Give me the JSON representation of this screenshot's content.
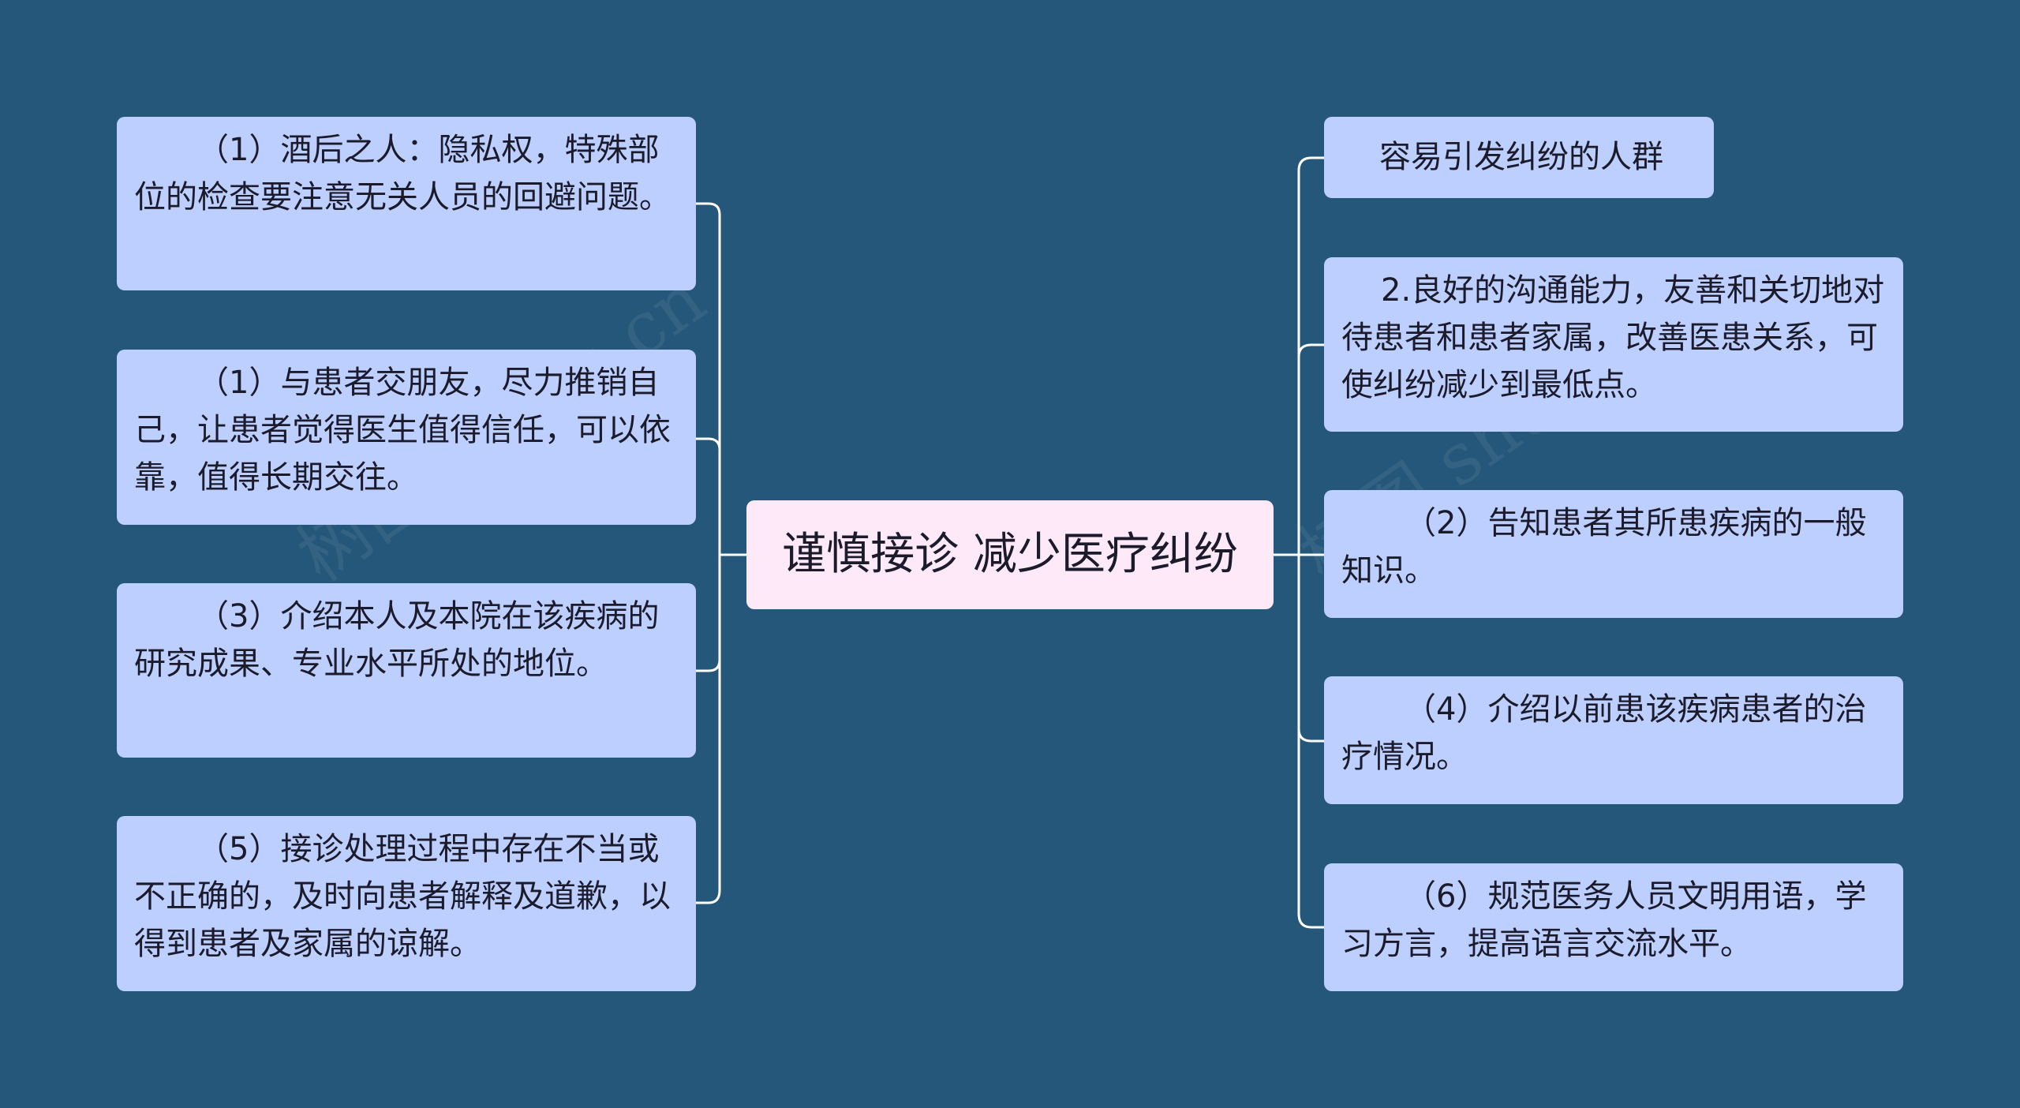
{
  "center": {
    "label": "谨慎接诊 减少医疗纠纷"
  },
  "left_nodes": [
    {
      "text": "（1）酒后之人：隐私权，特殊部位的检查要注意无关人员的回避问题。"
    },
    {
      "text": "（1）与患者交朋友，尽力推销自己，让患者觉得医生值得信任，可以依靠，值得长期交往。"
    },
    {
      "text": "（3）介绍本人及本院在该疾病的研究成果、专业水平所处的地位。"
    },
    {
      "text": "（5）接诊处理过程中存在不当或不正确的，及时向患者解释及道歉，以得到患者及家属的谅解。"
    }
  ],
  "right_nodes": [
    {
      "text": "容易引发纠纷的人群"
    },
    {
      "text": "2.良好的沟通能力，友善和关切地对待患者和患者家属，改善医患关系，可使纠纷减少到最低点。"
    },
    {
      "text": "（2）告知患者其所患疾病的一般知识。"
    },
    {
      "text": "（4）介绍以前患该疾病患者的治疗情况。"
    },
    {
      "text": "（6）规范医务人员文明用语，学习方言，提高语言交流水平。"
    }
  ],
  "watermark": "树图 shutu.cn",
  "colors": {
    "background": "#245779",
    "node_fill": "#bdcffe",
    "center_fill": "#fde9f7",
    "connector": "#ffffff"
  }
}
